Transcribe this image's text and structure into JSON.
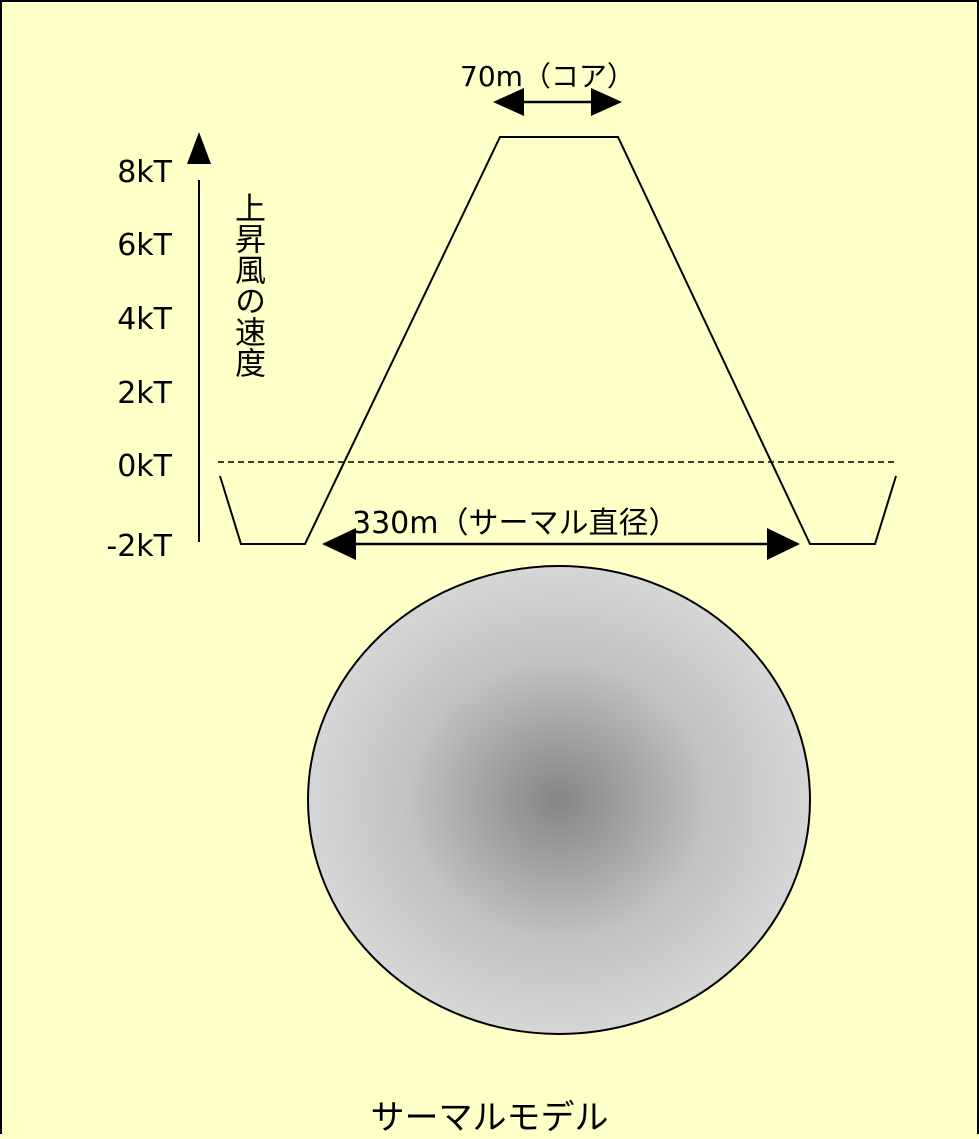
{
  "core_label": "70m（コア）",
  "diameter_label": "330m（サーマル直径）",
  "axis_title": "上昇風の速度",
  "y_ticks": [
    "8kT",
    "6kT",
    "4kT",
    "2kT",
    "0kT",
    "-2kT"
  ],
  "caption": "サーマルモデル",
  "colors": {
    "background": "#ffffc8",
    "line": "#000000",
    "circle_center": "#858585",
    "circle_edge": "#d6d6d6"
  }
}
